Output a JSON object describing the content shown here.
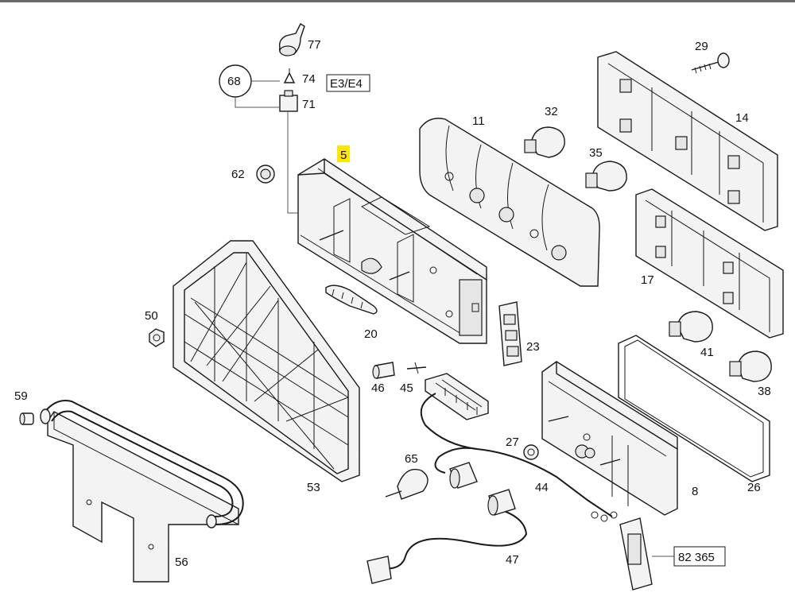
{
  "labels": {
    "p77": "77",
    "p74": "74",
    "p71": "71",
    "p68": "68",
    "e3e4": "E3/E4",
    "p5": "5",
    "p62": "62",
    "p11": "11",
    "p32": "32",
    "p35": "35",
    "p29": "29",
    "p14": "14",
    "p17": "17",
    "p50": "50",
    "p20": "20",
    "p23": "23",
    "p41": "41",
    "p38": "38",
    "p59": "59",
    "p46": "46",
    "p45": "45",
    "p27": "27",
    "p65": "65",
    "p44": "44",
    "p53": "53",
    "p8": "8",
    "p26": "26",
    "p56": "56",
    "p47": "47",
    "p82365": "82 365"
  },
  "colors": {
    "highlight": "#ffe600",
    "ink": "#1a1a1a",
    "border": "#6a6a6a"
  }
}
